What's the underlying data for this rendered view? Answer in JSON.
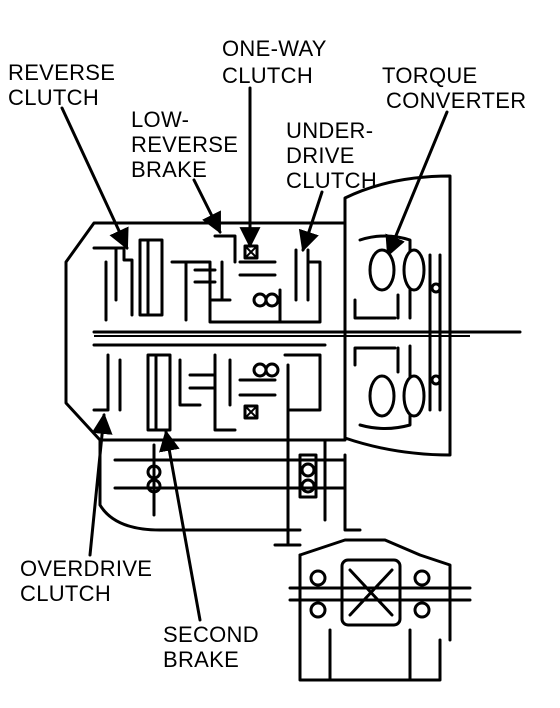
{
  "diagram": {
    "labels": {
      "reverse_clutch": [
        "REVERSE",
        "CLUTCH"
      ],
      "one_way_clutch": [
        "ONE-WAY",
        "CLUTCH"
      ],
      "torque_converter": [
        "TORQUE",
        "CONVERTER"
      ],
      "low_reverse_brake": [
        "LOW-",
        "REVERSE",
        "BRAKE"
      ],
      "underdrive_clutch": [
        "UNDER-",
        "DRIVE",
        "CLUTCH"
      ],
      "overdrive_clutch": [
        "OVERDRIVE",
        "CLUTCH"
      ],
      "second_brake": [
        "SECOND",
        "BRAKE"
      ]
    }
  }
}
